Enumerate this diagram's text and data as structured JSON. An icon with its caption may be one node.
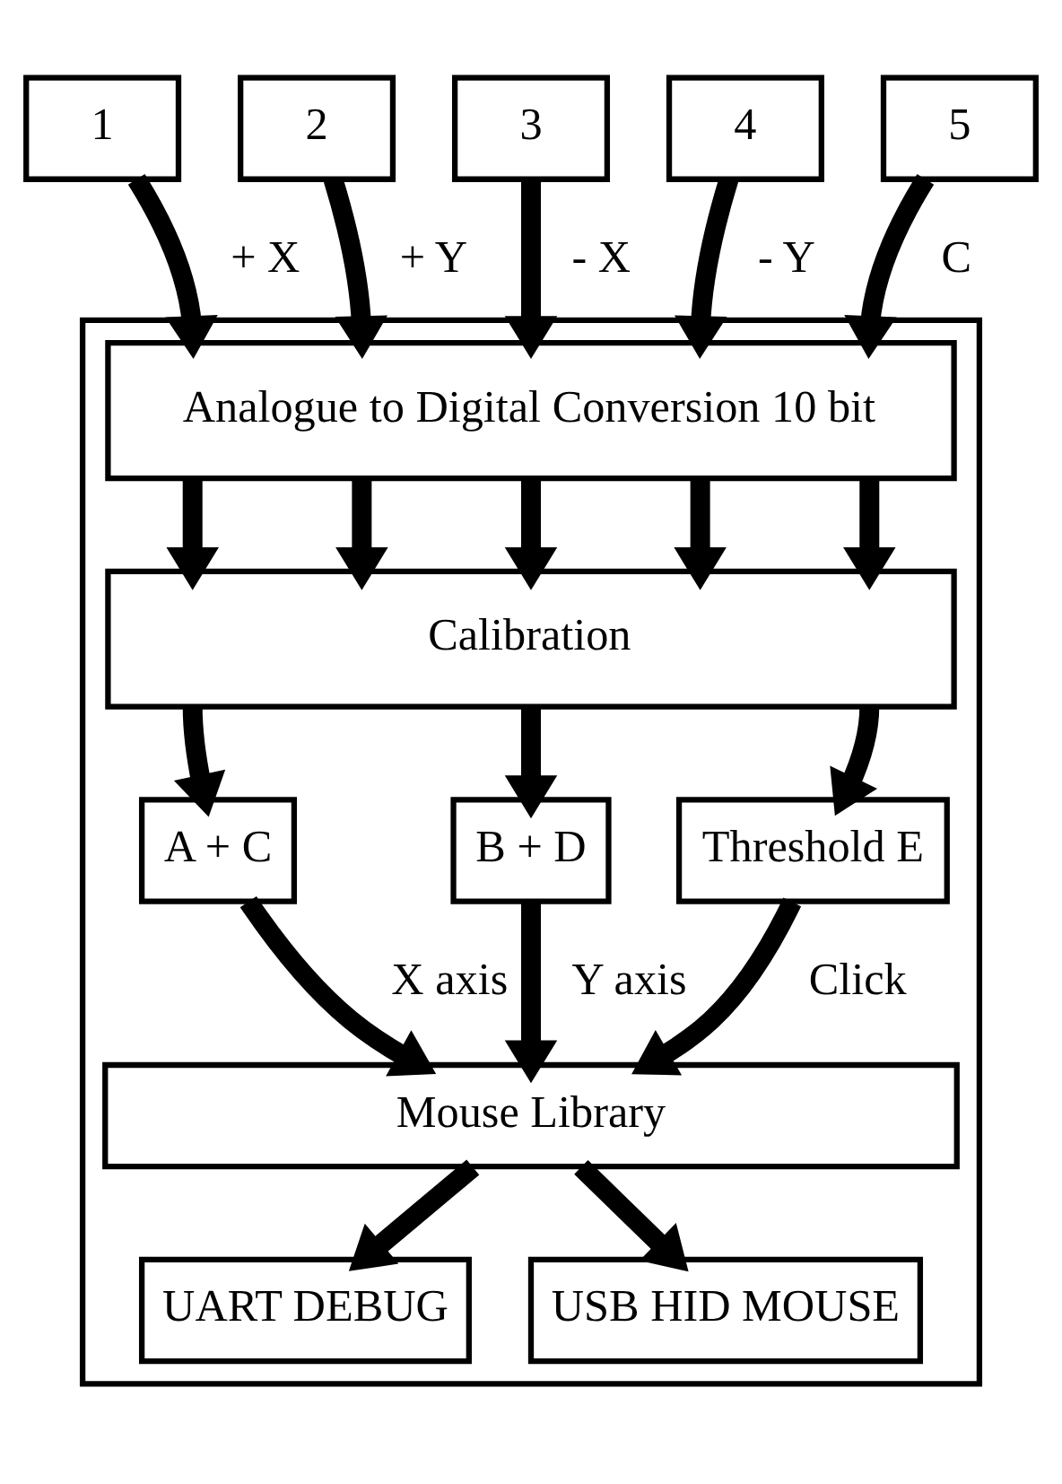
{
  "diagram": {
    "nodes": [
      {
        "text": [],
        "shape": "box"
      },
      {
        "text": [
          "1"
        ]
      },
      {
        "text": [
          "2"
        ]
      },
      {
        "text": [
          "3"
        ]
      },
      {
        "text": [
          "4"
        ]
      },
      {
        "text": [
          "5"
        ]
      },
      {
        "text": [
          "Analogue to Digital Conversion 10 bit"
        ],
        "in": 0
      },
      {
        "text": [
          "Calibration"
        ],
        "in": 0
      },
      {
        "text": [
          "A + C"
        ],
        "in": 0
      },
      {
        "text": [
          "B + D"
        ],
        "in": 0
      },
      {
        "text": [
          "Threshold E"
        ],
        "in": 0
      },
      {
        "text": [
          "Mouse Library"
        ],
        "in": 0
      },
      {
        "text": [
          "UART DEBUG"
        ],
        "in": 0
      },
      {
        "text": [
          "USB HID MOUSE"
        ],
        "in": 0
      }
    ],
    "edges": [
      {
        "from": 1,
        "to": 6,
        "arrow": "to",
        "label": "+ X"
      },
      {
        "from": 2,
        "to": 6,
        "arrow": "to",
        "label": "+ Y"
      },
      {
        "from": 3,
        "to": 6,
        "arrow": "to",
        "label": "- X"
      },
      {
        "from": 4,
        "to": 6,
        "arrow": "to",
        "label": "- Y"
      },
      {
        "from": 5,
        "to": 6,
        "arrow": "to",
        "label": "C"
      },
      {
        "from": 6,
        "to": 7,
        "arrow": "to"
      },
      {
        "from": 6,
        "to": 7,
        "arrow": "to"
      },
      {
        "from": 6,
        "to": 7,
        "arrow": "to"
      },
      {
        "from": 6,
        "to": 7,
        "arrow": "to"
      },
      {
        "from": 6,
        "to": 7,
        "arrow": "to"
      },
      {
        "from": 7,
        "to": 8,
        "arrow": "to"
      },
      {
        "from": 7,
        "to": 9,
        "arrow": "to"
      },
      {
        "from": 7,
        "to": 10,
        "arrow": "to"
      },
      {
        "from": 8,
        "to": 11,
        "arrow": "to",
        "label": "X axis"
      },
      {
        "from": 9,
        "to": 11,
        "arrow": "to",
        "label": "Y axis"
      },
      {
        "from": 10,
        "to": 11,
        "arrow": "to",
        "label": "Click"
      },
      {
        "from": 11,
        "to": 12,
        "arrow": "to"
      },
      {
        "from": 11,
        "to": 13,
        "arrow": "to"
      }
    ]
  }
}
